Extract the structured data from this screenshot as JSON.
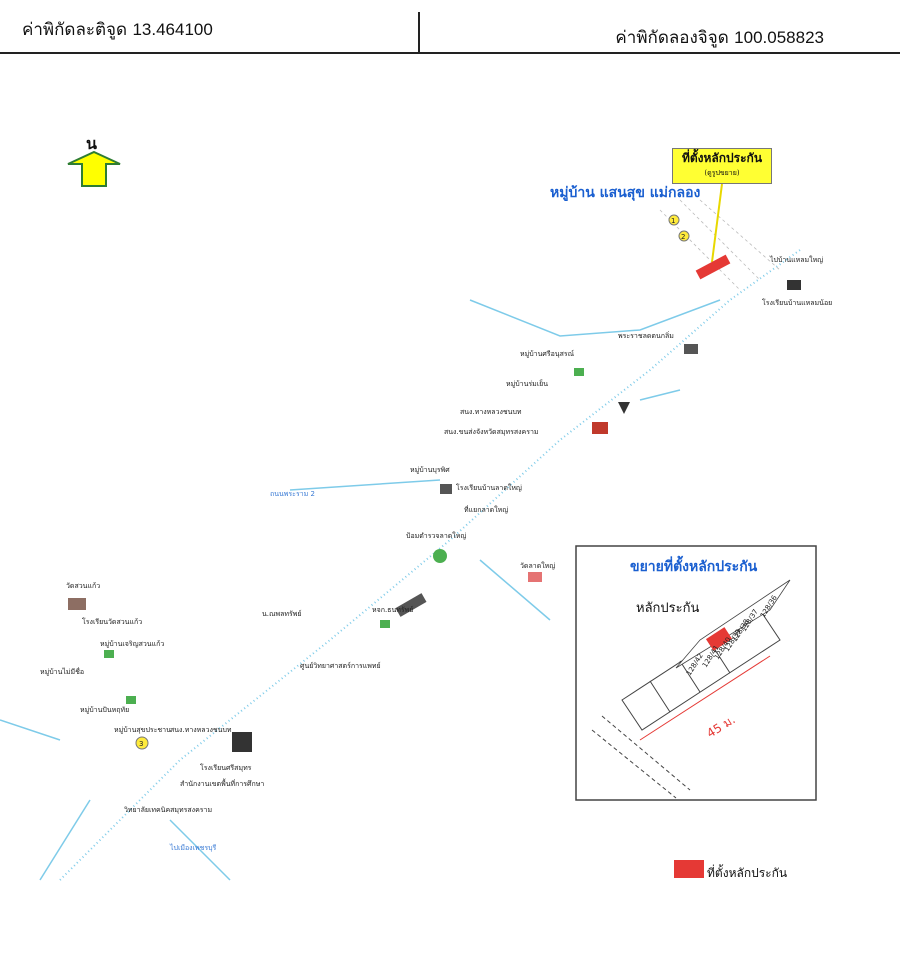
{
  "header": {
    "latitude_label": "ค่าพิกัดละติจูด",
    "latitude_value": "13.464100",
    "longitude_label": "ค่าพิกัดลองจิจูด",
    "longitude_value": "100.058823"
  },
  "north": {
    "label": "น"
  },
  "callout": {
    "title": "ที่ตั้งหลักประกัน",
    "subtitle": "(ดูรูปขยาย)"
  },
  "village_title": "หมู่บ้าน แสนสุข แม่กลอง",
  "inset": {
    "title": "ขยายที่ตั้งหลักประกัน",
    "label": "หลักประกัน",
    "lots": [
      "128/36",
      "128/37",
      "128/38",
      "128/39",
      "128/40",
      "128/41",
      "128/42"
    ],
    "distance": "45 ม."
  },
  "legend": {
    "text": "ที่ตั้งหลักประกัน"
  },
  "map_labels": {
    "l1": "ไปบ้านแหลมใหญ่",
    "l2": "โรงเรียนบ้านแหลมน้อย",
    "l3": "พระราชลดตนกลิ่ม",
    "l4": "หมู่บ้านศรีอนุสรณ์",
    "l5": "หมู่บ้านร่มเย็น",
    "l6": "สนง.ทางหลวงชนบท",
    "l7": "สนง.ขนส่งจังหวัดสมุทรสงคราม",
    "l8": "หมู่บ้านบุรพิศ",
    "l9": "โรงเรียนบ้านลาดใหญ่",
    "l10": "ที่แยกลาดใหญ่",
    "l11": "ป้อมตำรวจลาดใหญ่",
    "l12": "วัดลาดใหญ่",
    "l13": "หจก.ธนทรัพย์",
    "l14": "น.ณพลทรัพย์",
    "l15": "ศูนย์วิทยาศาสตร์การแพทย์",
    "l16": "วัดสวนแก้ว",
    "l17": "โรงเรียนวัดสวนแก้ว",
    "l18": "หมู่บ้านเจริญสวนแก้ว",
    "l19": "หมู่บ้านไม่มีชื่อ",
    "l20": "หมู่บ้านปันหฤทัย",
    "l21": "หมู่บ้านสุขประชาน",
    "l22": "สนง.ทางหลวงชนบท",
    "l23": "โรงเรียนศรีสมุทร",
    "l24": "สำนักงานเขตพื้นที่การศึกษา",
    "l25": "วิทยาลัยเทคนิคสมุทรสงคราม",
    "l26": "ถนนพระราม 2",
    "l27": "ไปเมืองเพชรบุรี"
  },
  "colors": {
    "road": "#7ecbe9",
    "marker": "#e53935",
    "callout": "#ffff33",
    "north_arrow": "#ffff00",
    "label_blue": "#1a5fd0"
  }
}
